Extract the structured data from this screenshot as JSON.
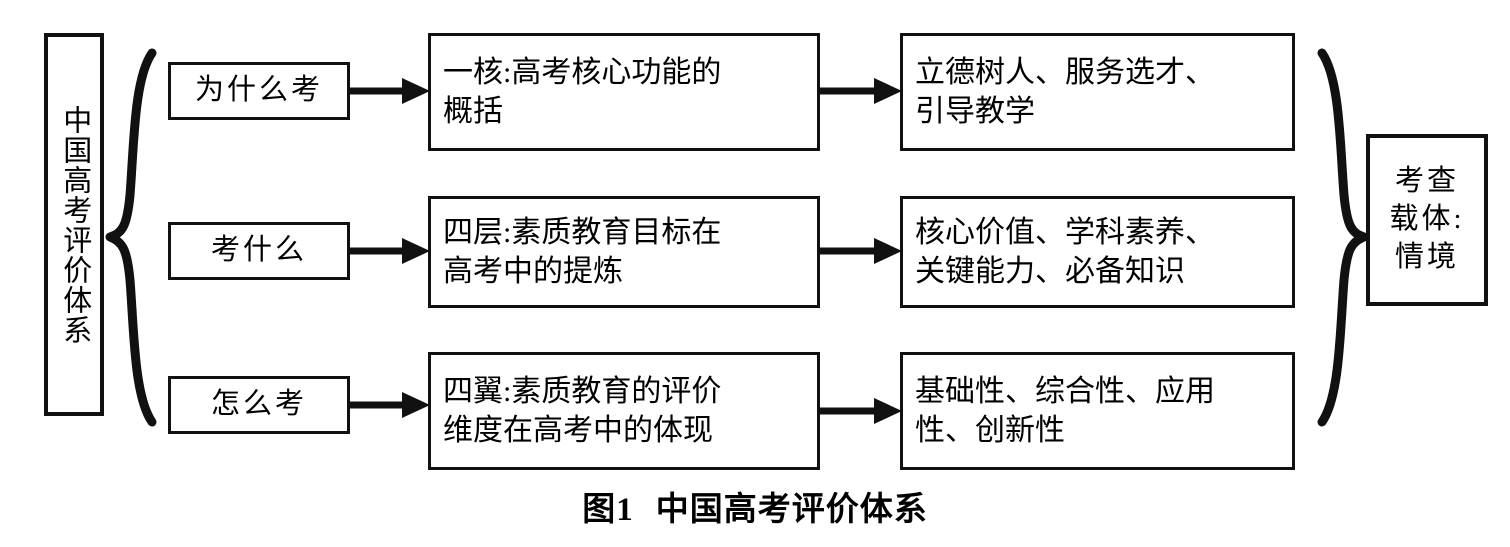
{
  "figure": {
    "caption_label": "图1",
    "caption_title": "中国高考评价体系",
    "root": {
      "label": "中国高考评价体系"
    },
    "right_carrier": {
      "label": "考查\n载体:\n情境"
    },
    "rows": [
      {
        "question": "为什么考",
        "definition": "一核:高考核心功能的\n概括",
        "content": "立德树人、服务选才、\n引导教学"
      },
      {
        "question": "考什么",
        "definition": "四层:素质教育目标在\n高考中的提炼",
        "content": "核心价值、学科素养、\n关键能力、必备知识"
      },
      {
        "question": "怎么考",
        "definition": "四翼:素质教育的评价\n维度在高考中的体现",
        "content": "基础性、综合性、应用\n性、创新性"
      }
    ],
    "colors": {
      "stroke": "#111111",
      "background": "#ffffff",
      "text": "#000000"
    }
  }
}
